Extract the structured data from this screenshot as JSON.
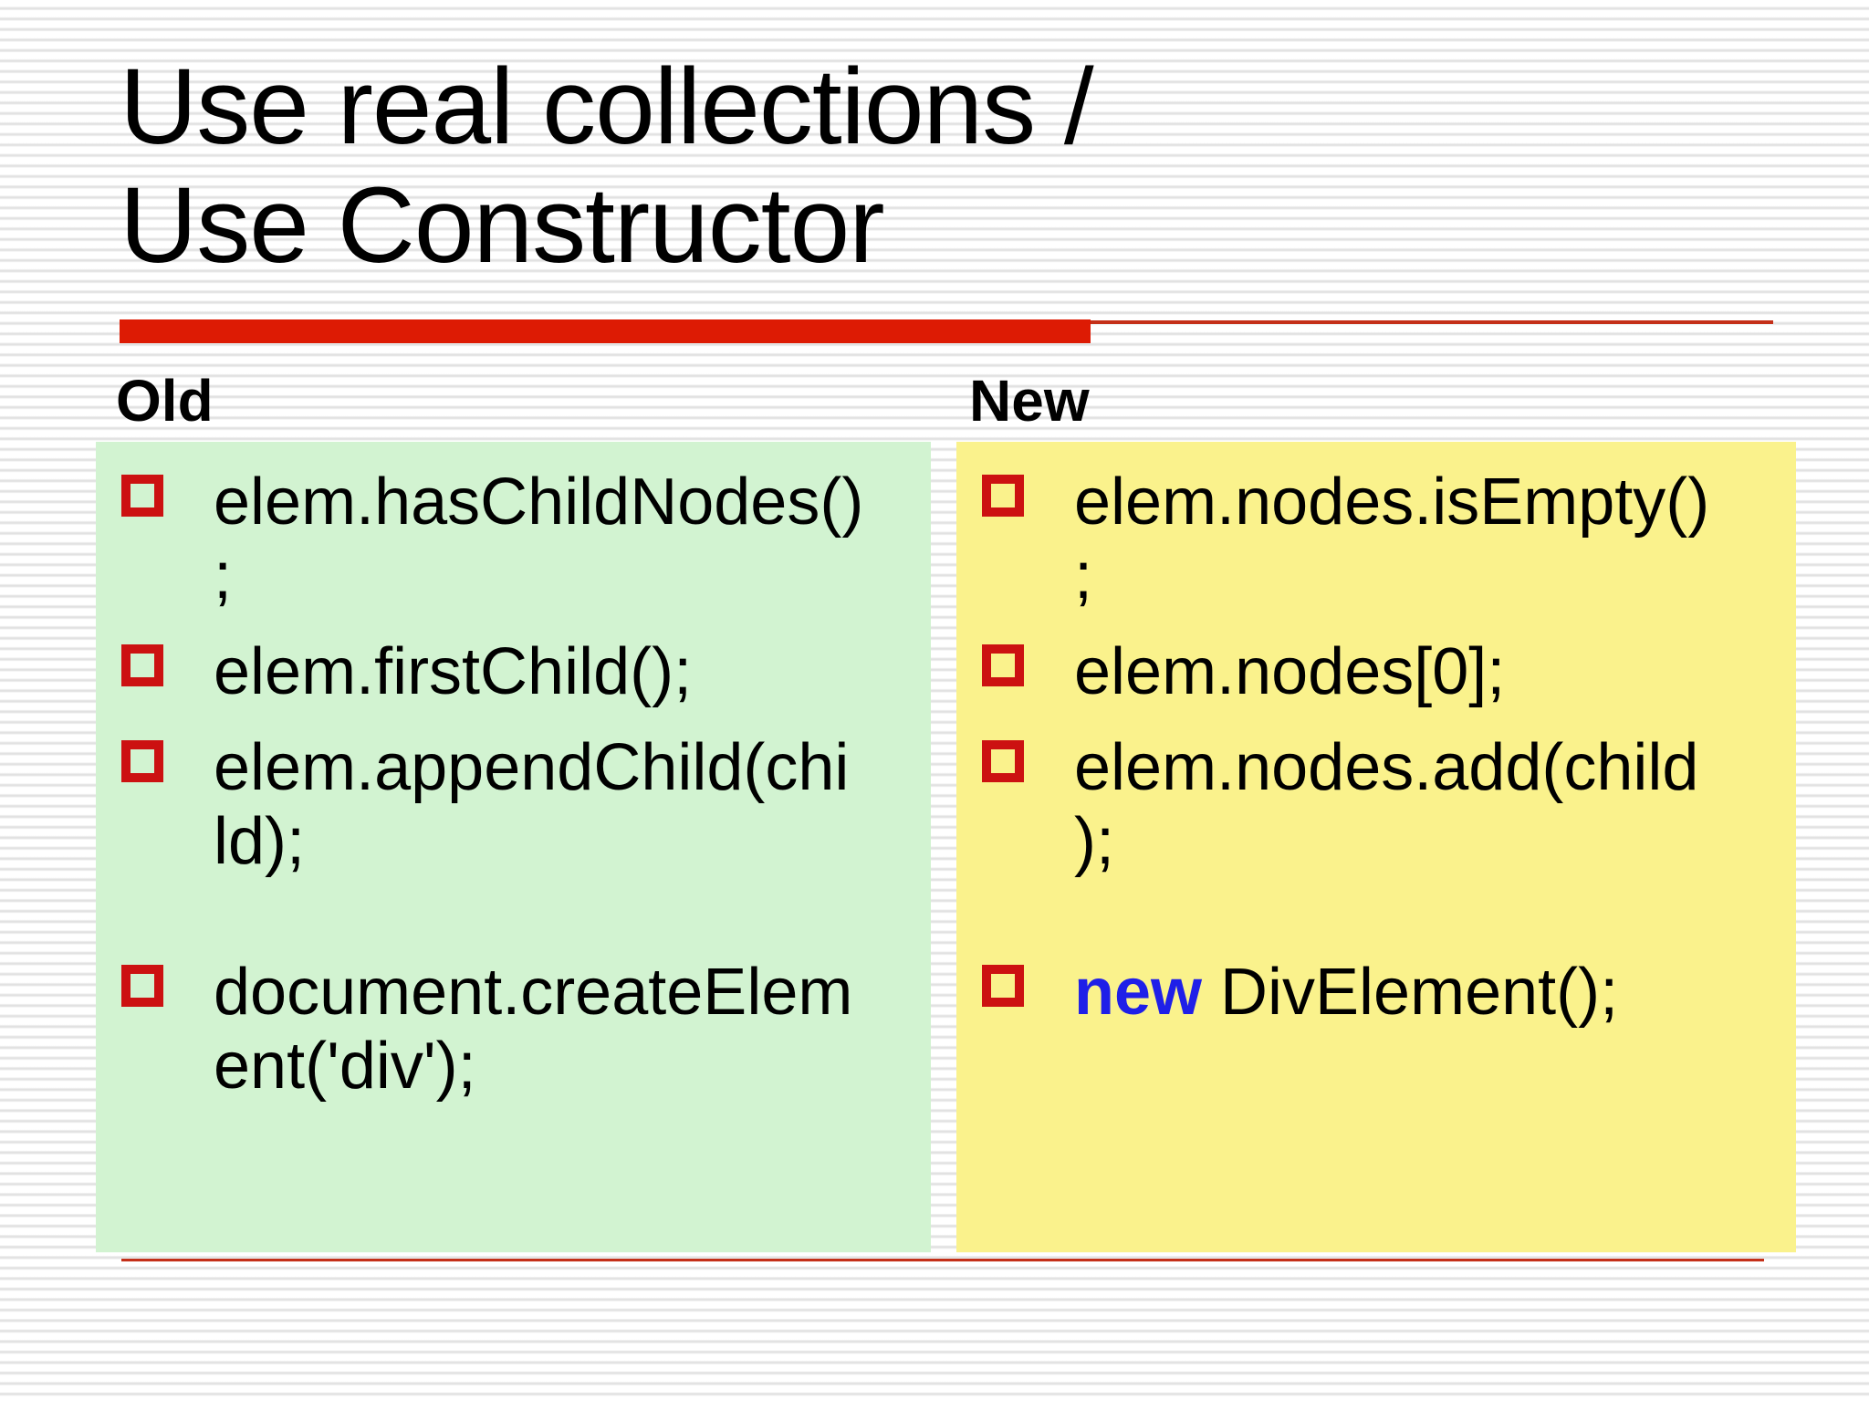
{
  "title": {
    "lines": [
      "Use real collections /",
      "Use Constructor"
    ]
  },
  "colors": {
    "accent_red": "#dd1b04",
    "line_red": "#c43019",
    "bullet_red": "#cc1111",
    "old_panel_bg": "#d2f3d1",
    "new_panel_bg": "#faf28c",
    "keyword_blue": "#1f1fe8"
  },
  "columns": [
    {
      "header": "Old",
      "items": [
        {
          "lines": [
            [
              {
                "t": "elem.hasChildNodes()"
              }
            ],
            [
              {
                "t": ";"
              }
            ]
          ]
        },
        {
          "lines": [
            [
              {
                "t": "elem.firstChild();"
              }
            ]
          ]
        },
        {
          "lines": [
            [
              {
                "t": "elem.appendChild(chi"
              }
            ],
            [
              {
                "t": "ld);"
              }
            ]
          ]
        },
        {
          "spacer": true
        },
        {
          "lines": [
            [
              {
                "t": "document.createElem"
              }
            ],
            [
              {
                "t": "ent('div');"
              }
            ]
          ]
        }
      ]
    },
    {
      "header": "New",
      "items": [
        {
          "lines": [
            [
              {
                "t": "elem.nodes.isEmpty()"
              }
            ],
            [
              {
                "t": ";"
              }
            ]
          ]
        },
        {
          "lines": [
            [
              {
                "t": "elem.nodes[0];"
              }
            ]
          ]
        },
        {
          "lines": [
            [
              {
                "t": "elem.nodes.add(child"
              }
            ],
            [
              {
                "t": ");"
              }
            ]
          ]
        },
        {
          "spacer": true
        },
        {
          "lines": [
            [
              {
                "t": "new ",
                "style": "keyword"
              },
              {
                "t": "DivElement();"
              }
            ]
          ]
        }
      ]
    }
  ]
}
